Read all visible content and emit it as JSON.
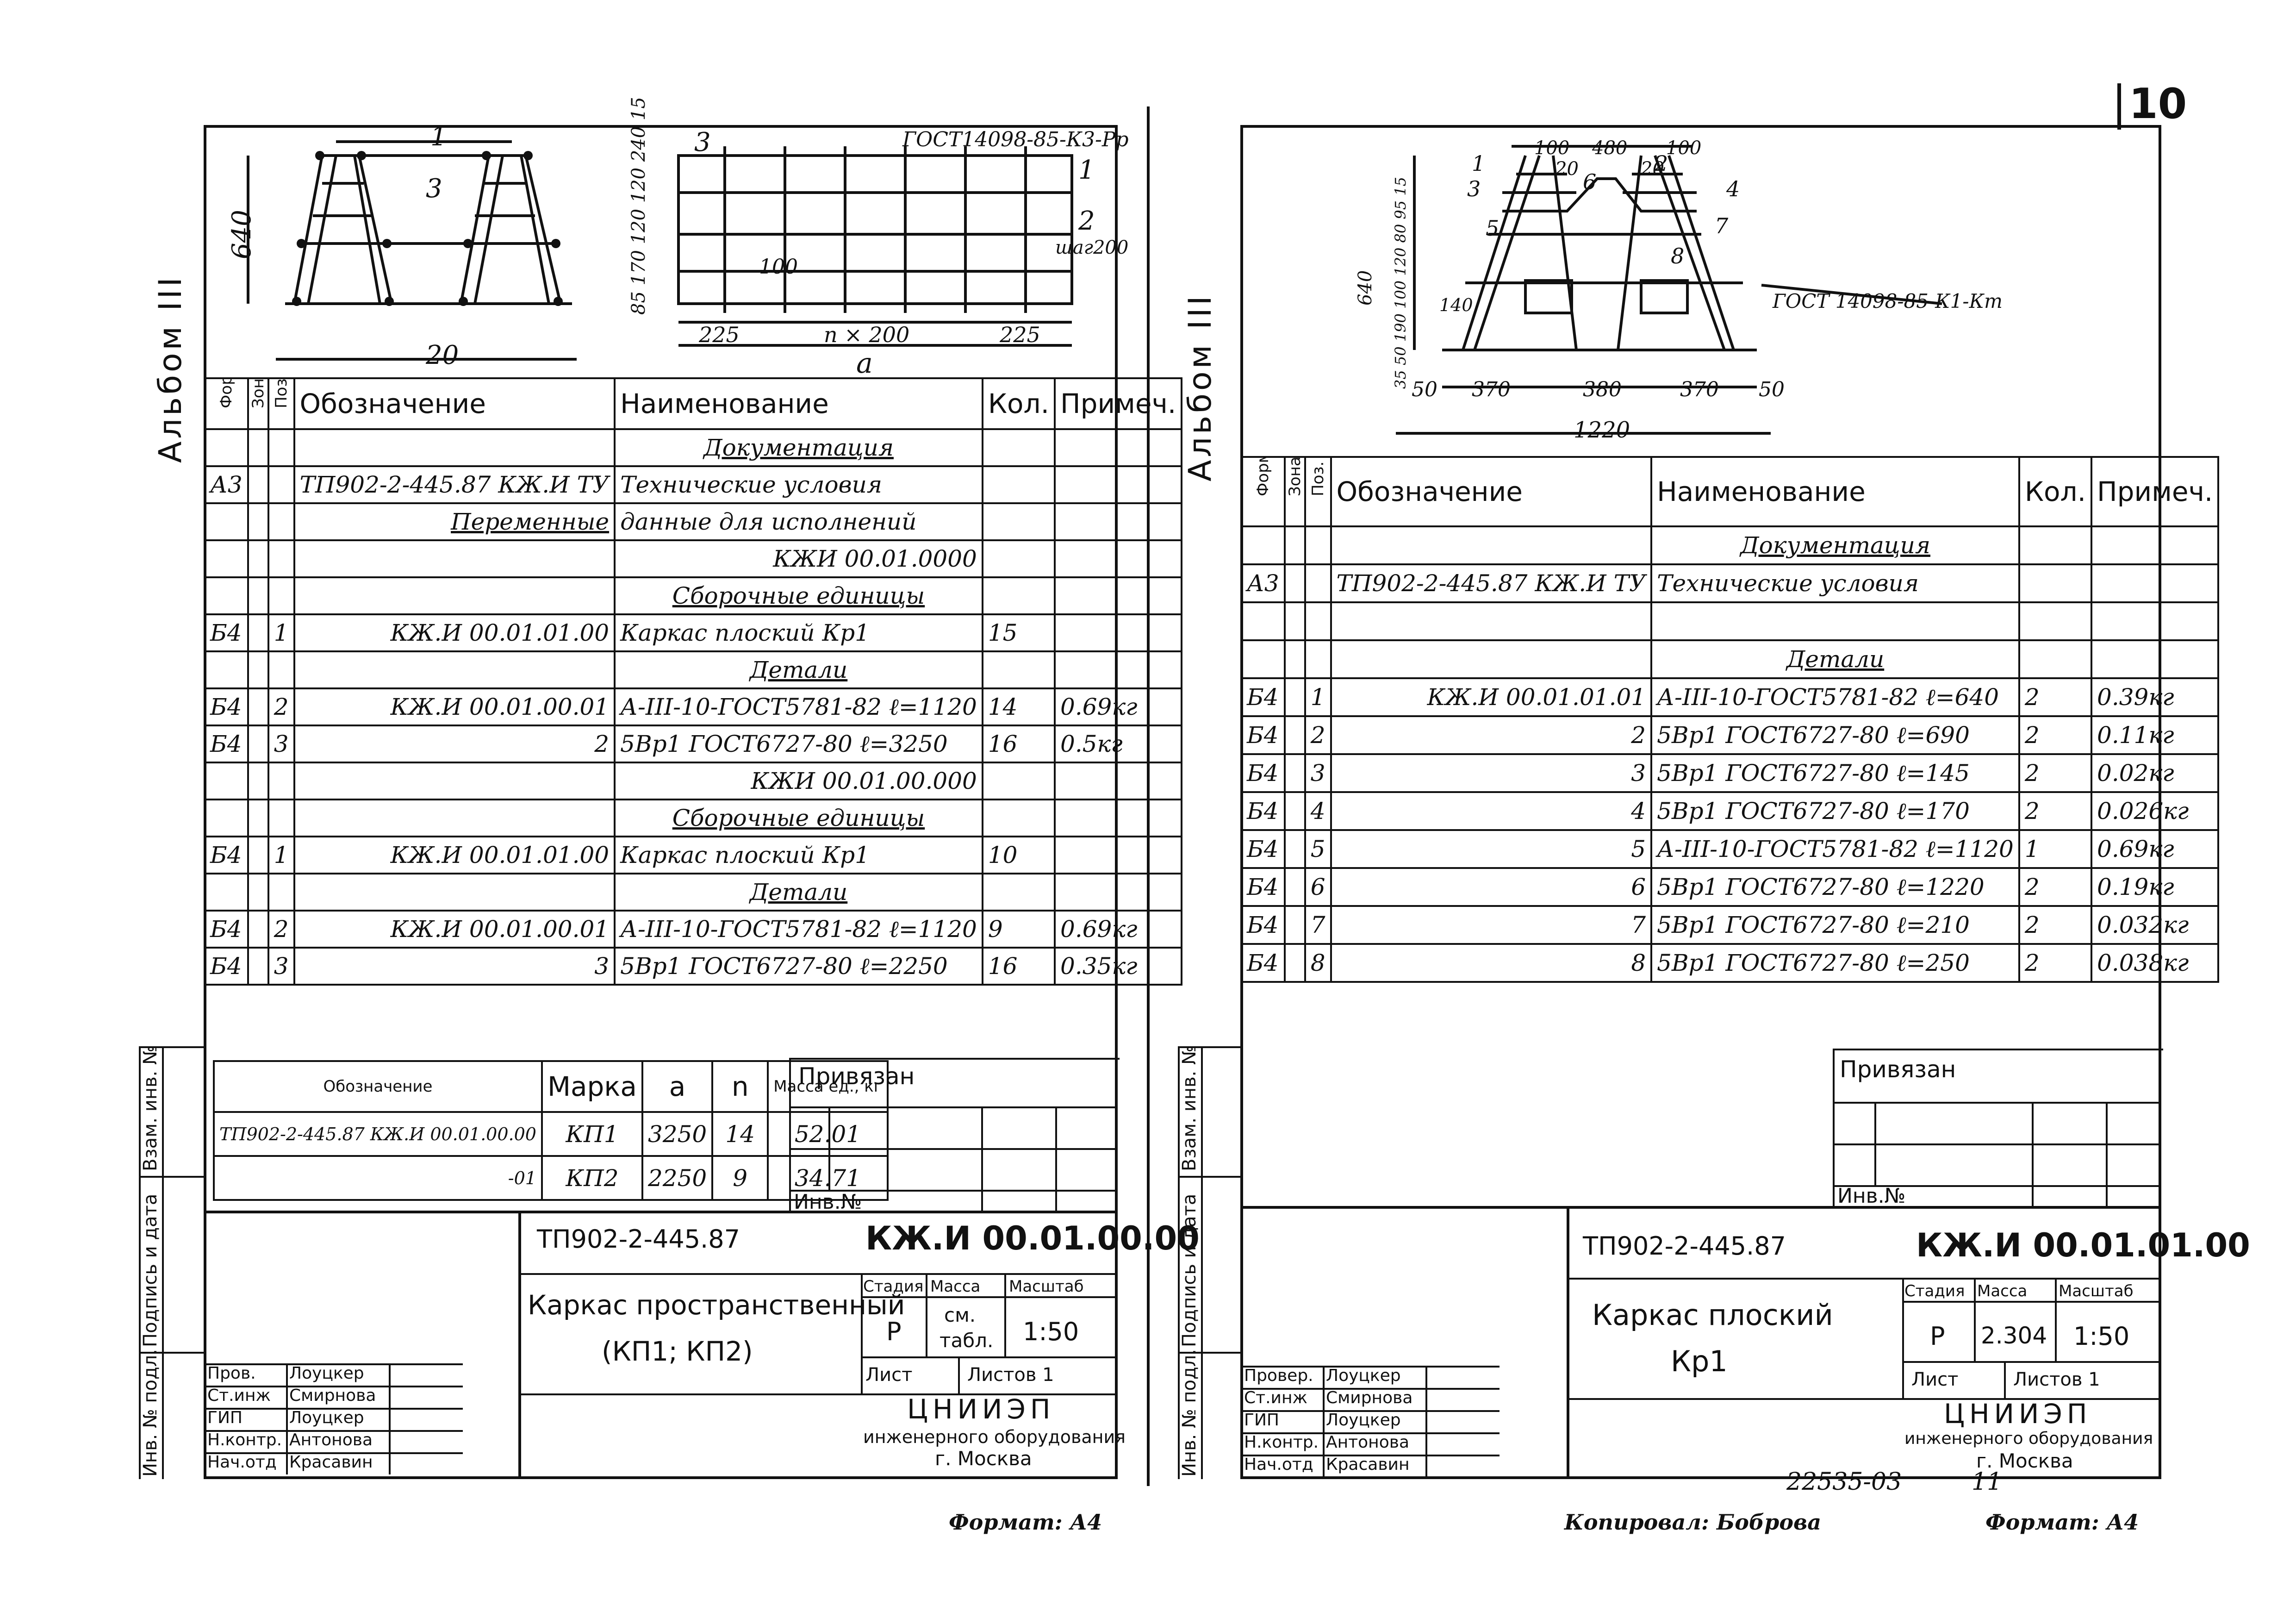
{
  "page_number": "10",
  "center_line": true,
  "bottom_notes": {
    "left_format": "Формат: А4",
    "copied_by": "Копировал: Боброва",
    "right_format": "Формат: А4",
    "archive_no": "22535-03",
    "archive_suffix": "11"
  },
  "left_sheet": {
    "album": "Альбом III",
    "drawing": {
      "dim_top": "1",
      "dim_height": "640",
      "dim_bottom": "20",
      "label_pos3": "3",
      "grid_label_3": "3",
      "grid_gost": "ГОСТ14098-85-К3-Рр",
      "grid_label_1": "1",
      "grid_label_2": "2",
      "grid_step": "шаг200",
      "grid_100": "100",
      "grid_left_dims": "85 170 120 120 240 15",
      "grid_225_left": "225",
      "grid_n200": "n × 200",
      "grid_225_right": "225",
      "grid_a": "a"
    },
    "spec": {
      "headers": [
        "Формат",
        "Зона",
        "Поз.",
        "Обозначение",
        "Наименование",
        "Кол.",
        "Примеч."
      ],
      "rows": [
        [
          "",
          "",
          "",
          "",
          "Документация",
          "",
          ""
        ],
        [
          "А3",
          "",
          "",
          "ТП902-2-445.87  КЖ.И ТУ",
          "Технические условия",
          "",
          ""
        ],
        [
          "",
          "",
          "",
          "Переменные",
          "данные для исполнений",
          "",
          ""
        ],
        [
          "",
          "",
          "",
          "",
          "КЖИ 00.01.0000",
          "",
          ""
        ],
        [
          "",
          "",
          "",
          "",
          "Сборочные единицы",
          "",
          ""
        ],
        [
          "Б4",
          "",
          "1",
          "КЖ.И 00.01.01.00",
          "Каркас плоский Кр1",
          "15",
          ""
        ],
        [
          "",
          "",
          "",
          "",
          "Детали",
          "",
          ""
        ],
        [
          "Б4",
          "",
          "2",
          "КЖ.И 00.01.00.01",
          "А-III-10-ГОСТ5781-82 ℓ=1120",
          "14",
          "0.69кг"
        ],
        [
          "Б4",
          "",
          "3",
          "2",
          "5Вр1 ГОСТ6727-80 ℓ=3250",
          "16",
          "0.5кг"
        ],
        [
          "",
          "",
          "",
          "",
          "КЖИ 00.01.00.000",
          "",
          ""
        ],
        [
          "",
          "",
          "",
          "",
          "Сборочные единицы",
          "",
          ""
        ],
        [
          "Б4",
          "",
          "1",
          "КЖ.И 00.01.01.00",
          "Каркас плоский Кр1",
          "10",
          ""
        ],
        [
          "",
          "",
          "",
          "",
          "Детали",
          "",
          ""
        ],
        [
          "Б4",
          "",
          "2",
          "КЖ.И 00.01.00.01",
          "А-III-10-ГОСТ5781-82 ℓ=1120",
          "9",
          "0.69кг"
        ],
        [
          "Б4",
          "",
          "3",
          "3",
          "5Вр1 ГОСТ6727-80 ℓ=2250",
          "16",
          "0.35кг"
        ]
      ]
    },
    "variants": {
      "headers": [
        "Обозначение",
        "Марка",
        "a",
        "n",
        "Масса ед., кг"
      ],
      "rows": [
        [
          "ТП902-2-445.87 КЖ.И 00.01.00.00",
          "КП1",
          "3250",
          "14",
          "52.01"
        ],
        [
          "-01",
          "КП2",
          "2250",
          "9",
          "34.71"
        ]
      ]
    },
    "side_stamp": [
      "Инв. № подл.",
      "Подпись и дата",
      "Взам. инв. №"
    ],
    "privyazan": "Привязан",
    "inv_no": "Инв.№",
    "title_block": {
      "project": "ТП902-2-445.87",
      "code": "КЖ.И 00.01.00.00",
      "name_1": "Каркас пространственный",
      "name_2": "(КП1; КП2)",
      "stage_label": "Стадия",
      "mass_label": "Масса",
      "scale_label": "Масштаб",
      "stage": "Р",
      "mass_1": "см.",
      "mass_2": "табл.",
      "scale": "1:50",
      "sheet_label": "Лист",
      "sheets_label": "Листов 1",
      "org_1": "ЦНИИЭП",
      "org_2": "инженерного оборудования",
      "org_3": "г. Москва",
      "people": [
        [
          "Пров.",
          "Лоуцкер"
        ],
        [
          "Ст.инж",
          "Смирнова"
        ],
        [
          "ГИП",
          "Лоуцкер"
        ],
        [
          "Н.контр.",
          "Антонова"
        ],
        [
          "Нач.отд",
          "Красавин"
        ]
      ]
    }
  },
  "right_sheet": {
    "album": "Альбом III",
    "drawing": {
      "dim_100a": "100",
      "dim_480": "480",
      "dim_100b": "100",
      "dim_20a": "20",
      "dim_20b": "20",
      "dim_height": "640",
      "dim_left_stack": "35 50 190 100 120 80 95 15",
      "dim_140": "140",
      "dim_50a": "50",
      "dim_370a": "370",
      "dim_380": "380",
      "dim_370b": "370",
      "dim_50b": "50",
      "dim_1220": "1220",
      "gost": "ГОСТ 14098-85-К1-Кт",
      "pos_labels": [
        "1",
        "2",
        "3",
        "4",
        "5",
        "6",
        "7",
        "8"
      ]
    },
    "spec": {
      "headers": [
        "Формат",
        "Зона",
        "Поз.",
        "Обозначение",
        "Наименование",
        "Кол.",
        "Примеч."
      ],
      "rows": [
        [
          "",
          "",
          "",
          "",
          "Документация",
          "",
          ""
        ],
        [
          "А3",
          "",
          "",
          "ТП902-2-445.87  КЖ.И ТУ",
          "Технические условия",
          "",
          ""
        ],
        [
          "",
          "",
          "",
          "",
          "",
          "",
          ""
        ],
        [
          "",
          "",
          "",
          "",
          "Детали",
          "",
          ""
        ],
        [
          "Б4",
          "",
          "1",
          "КЖ.И 00.01.01.01",
          "А-III-10-ГОСТ5781-82 ℓ=640",
          "2",
          "0.39кг"
        ],
        [
          "Б4",
          "",
          "2",
          "2",
          "5Вр1 ГОСТ6727-80 ℓ=690",
          "2",
          "0.11кг"
        ],
        [
          "Б4",
          "",
          "3",
          "3",
          "5Вр1 ГОСТ6727-80 ℓ=145",
          "2",
          "0.02кг"
        ],
        [
          "Б4",
          "",
          "4",
          "4",
          "5Вр1 ГОСТ6727-80 ℓ=170",
          "2",
          "0.026кг"
        ],
        [
          "Б4",
          "",
          "5",
          "5",
          "А-III-10-ГОСТ5781-82 ℓ=1120",
          "1",
          "0.69кг"
        ],
        [
          "Б4",
          "",
          "6",
          "6",
          "5Вр1 ГОСТ6727-80 ℓ=1220",
          "2",
          "0.19кг"
        ],
        [
          "Б4",
          "",
          "7",
          "7",
          "5Вр1 ГОСТ6727-80 ℓ=210",
          "2",
          "0.032кг"
        ],
        [
          "Б4",
          "",
          "8",
          "8",
          "5Вр1 ГОСТ6727-80 ℓ=250",
          "2",
          "0.038кг"
        ]
      ]
    },
    "side_stamp": [
      "Инв. № подл.",
      "Подпись и дата",
      "Взам. инв. №"
    ],
    "privyazan": "Привязан",
    "inv_no": "Инв.№",
    "title_block": {
      "project": "ТП902-2-445.87",
      "code": "КЖ.И 00.01.01.00",
      "name_1": "Каркас плоский",
      "name_2": "Кр1",
      "stage_label": "Стадия",
      "mass_label": "Масса",
      "scale_label": "Масштаб",
      "stage": "Р",
      "mass": "2.304",
      "scale": "1:50",
      "sheet_label": "Лист",
      "sheets_label": "Листов 1",
      "org_1": "ЦНИИЭП",
      "org_2": "инженерного оборудования",
      "org_3": "г. Москва",
      "people": [
        [
          "Провер.",
          "Лоуцкер"
        ],
        [
          "Ст.инж",
          "Смирнова"
        ],
        [
          "ГИП",
          "Лоуцкер"
        ],
        [
          "Н.контр.",
          "Антонова"
        ],
        [
          "Нач.отд",
          "Красавин"
        ]
      ]
    }
  }
}
